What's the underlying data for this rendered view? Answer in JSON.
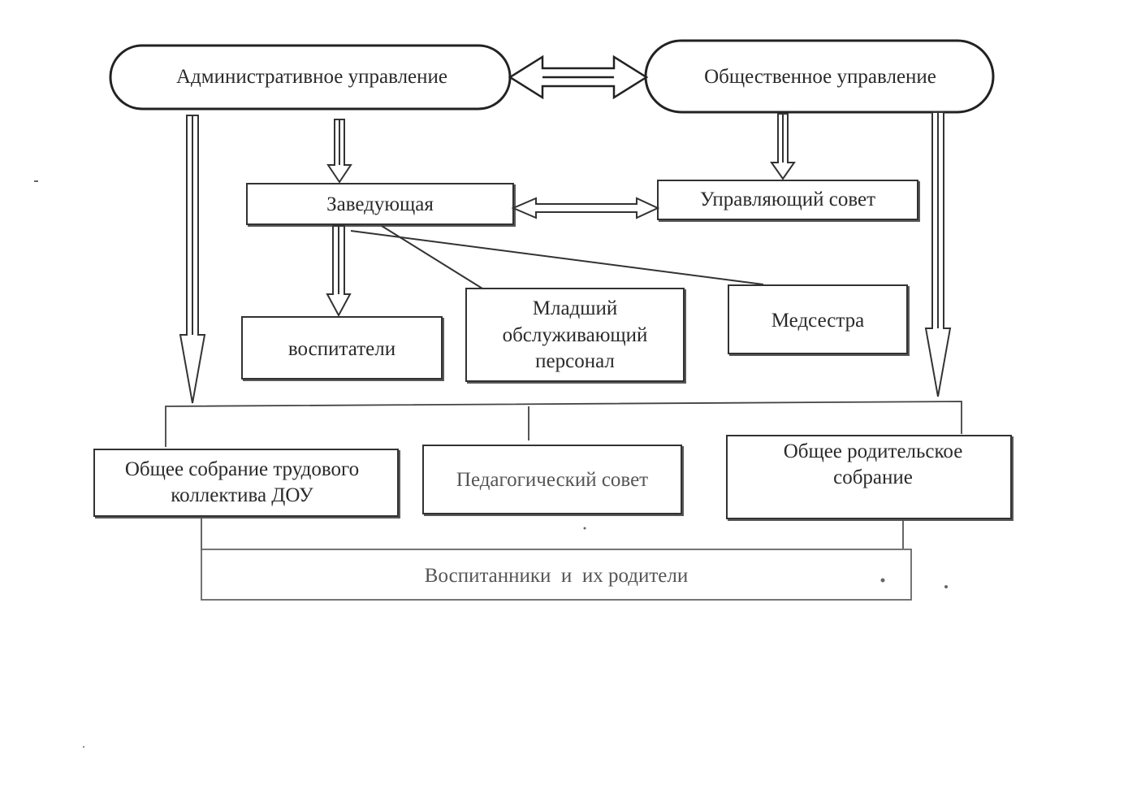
{
  "nodes": {
    "admin": "Административное управление",
    "public": "Общественное управление",
    "head": "Заведующая",
    "board": "Управляющий совет",
    "teachers": "воспитатели",
    "junior_staff": "Младший обслуживающий персонал",
    "nurse": "Медсестра",
    "general_meeting": "Общее собрание трудового коллектива ДОУ",
    "ped_council": "Педагогический совет",
    "parents_meeting": "Общее родительское собрание",
    "pupils": "Воспитанники  и  их родители"
  }
}
